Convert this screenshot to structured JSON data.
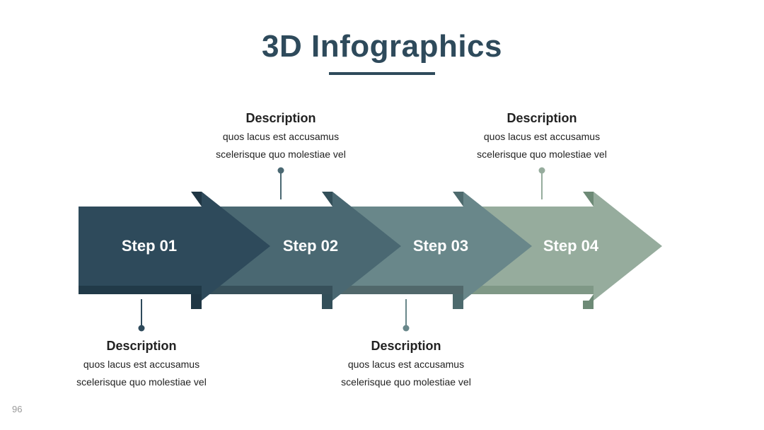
{
  "slide": {
    "title": "3D Infographics",
    "page_number": "96"
  },
  "colors": {
    "title": "#2e4a5b",
    "step1": "#2e4a5b",
    "step2": "#4a6872",
    "step3": "#69878a",
    "step4": "#96ac9d"
  },
  "steps": [
    {
      "label": "Step 01",
      "description": {
        "heading": "Description",
        "line1": "quos lacus est accusamus",
        "line2": "scelerisque quo molestiae vel"
      }
    },
    {
      "label": "Step 02",
      "description": {
        "heading": "Description",
        "line1": "quos lacus est accusamus",
        "line2": "scelerisque quo molestiae vel"
      }
    },
    {
      "label": "Step 03",
      "description": {
        "heading": "Description",
        "line1": "quos lacus est accusamus",
        "line2": "scelerisque quo molestiae vel"
      }
    },
    {
      "label": "Step 04",
      "description": {
        "heading": "Description",
        "line1": "quos lacus est accusamus",
        "line2": "scelerisque quo molestiae vel"
      }
    }
  ]
}
